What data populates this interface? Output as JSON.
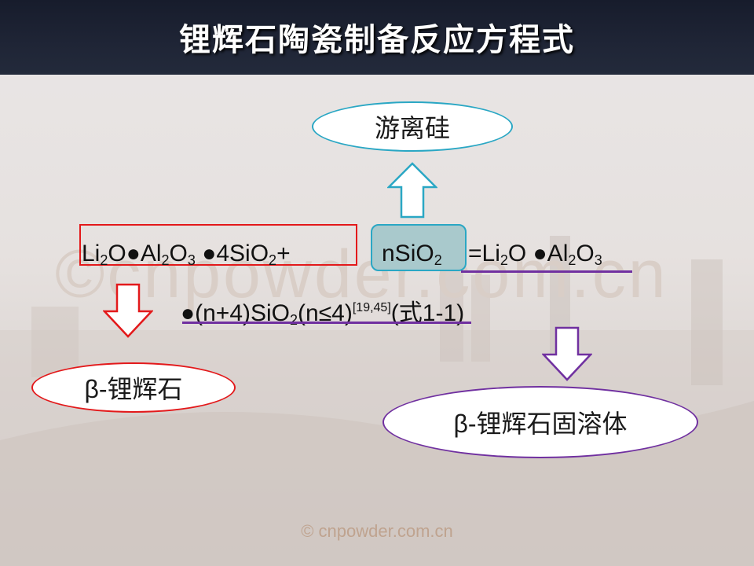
{
  "title": "锂辉石陶瓷制备反应方程式",
  "background_watermark": "©cnpowder.com.cn",
  "ovals": {
    "top": "游离硅",
    "left": "β-锂辉石",
    "right": "β-锂辉石固溶体"
  },
  "equation": {
    "line1": {
      "li": "Li",
      "li_sub": "2",
      "o_dot": "O●Al",
      "al_sub": "2",
      "o": "O",
      "o_sub": "3",
      "four_sio": " ●4SiO",
      "sio_sub": "2",
      "plus": "+",
      "nsio": "nSiO",
      "nsio_sub": "2",
      "eq_li": " =Li",
      "eq_li_sub": "2",
      "eq_o_al": "O  ●Al",
      "eq_al_sub": "2",
      "eq_o": "O",
      "eq_o_sub": "3"
    },
    "line2": {
      "main": "●(n+4)SiO",
      "sub": "2",
      "cond": "(n≤4)",
      "ref": "[19,45]",
      "tail": "(式1-1)"
    }
  },
  "colors": {
    "red": "#e3191b",
    "teal": "#2aa7c4",
    "purple": "#7030a0",
    "header": "#1f2536"
  },
  "watermark": "© cnpowder.com.cn"
}
